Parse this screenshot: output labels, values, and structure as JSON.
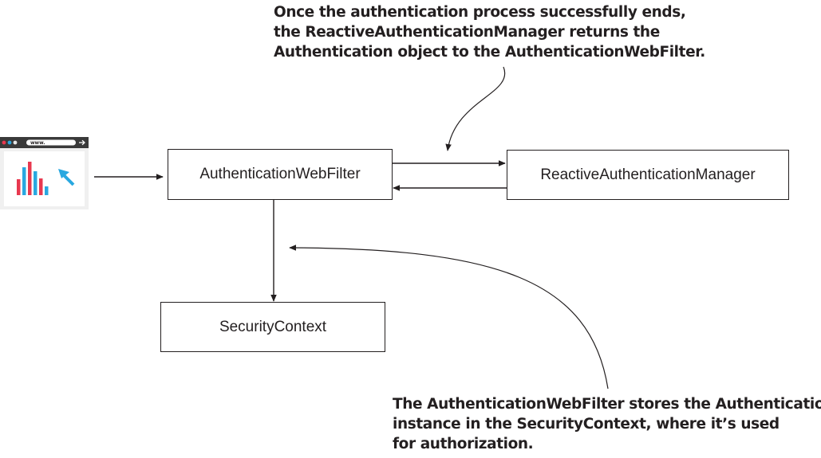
{
  "nodes": {
    "web_filter": "AuthenticationWebFilter",
    "auth_manager": "ReactiveAuthenticationManager",
    "security_context": "SecurityContext"
  },
  "browser": {
    "url": "www."
  },
  "annotations": {
    "top": [
      "Once the authentication process successfully ends,",
      "the ReactiveAuthenticationManager returns the",
      "Authentication object to the AuthenticationWebFilter."
    ],
    "bottom": [
      "The AuthenticationWebFilter stores the Authentication",
      "instance in the SecurityContext, where it’s used",
      "for authorization."
    ]
  },
  "colors": {
    "bar_red": "#e8384f",
    "bar_blue": "#29a8e0",
    "line": "#231f20"
  }
}
